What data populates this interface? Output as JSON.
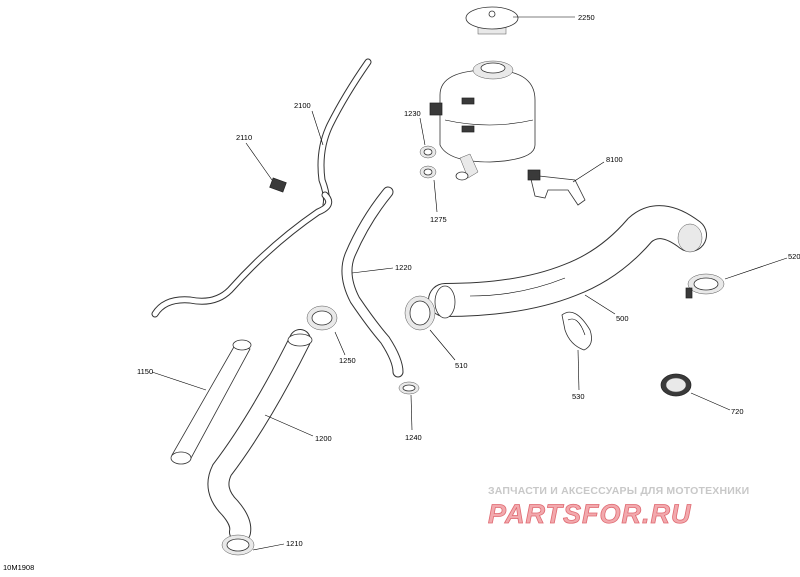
{
  "diagram": {
    "code": "10M1908",
    "labels": [
      {
        "id": "2250",
        "text": "2250"
      },
      {
        "id": "2100",
        "text": "2100"
      },
      {
        "id": "2110",
        "text": "2110"
      },
      {
        "id": "1230",
        "text": "1230"
      },
      {
        "id": "1275",
        "text": "1275"
      },
      {
        "id": "8100",
        "text": "8100"
      },
      {
        "id": "1220",
        "text": "1220"
      },
      {
        "id": "520",
        "text": "520"
      },
      {
        "id": "500",
        "text": "500"
      },
      {
        "id": "1250",
        "text": "1250"
      },
      {
        "id": "510",
        "text": "510"
      },
      {
        "id": "530",
        "text": "530"
      },
      {
        "id": "1150",
        "text": "1150"
      },
      {
        "id": "1200",
        "text": "1200"
      },
      {
        "id": "1240",
        "text": "1240"
      },
      {
        "id": "720",
        "text": "720"
      },
      {
        "id": "1210",
        "text": "1210"
      }
    ]
  },
  "watermark": {
    "caption": "ЗАПЧАСТИ И АКСЕССУАРЫ ДЛЯ МОТОТЕХНИКИ",
    "logo": "PARTSFOR.RU",
    "color": "#e06a72"
  }
}
